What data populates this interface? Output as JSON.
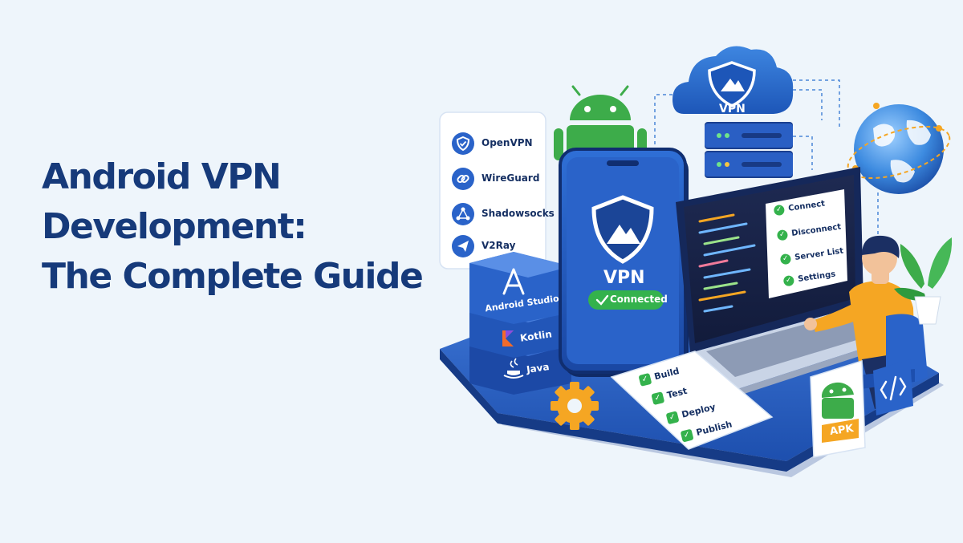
{
  "headline": {
    "line1": "Android VPN",
    "line2": "Development:",
    "line3": "The Complete Guide"
  },
  "protocols": [
    {
      "label": "OpenVPN",
      "icon": "shield-check-icon"
    },
    {
      "label": "WireGuard",
      "icon": "link-icon"
    },
    {
      "label": "Shadowsocks",
      "icon": "network-icon"
    },
    {
      "label": "V2Ray",
      "icon": "send-icon"
    }
  ],
  "tools": [
    {
      "label": "Android Studio",
      "icon": "android-studio-icon"
    },
    {
      "label": "Kotlin",
      "icon": "kotlin-icon"
    },
    {
      "label": "Java",
      "icon": "java-icon"
    }
  ],
  "phone": {
    "title": "VPN",
    "status": "Connected"
  },
  "cloud": {
    "label": "VPN"
  },
  "laptop_menu": [
    {
      "label": "Connect"
    },
    {
      "label": "Disconnect"
    },
    {
      "label": "Server List"
    },
    {
      "label": "Settings"
    }
  ],
  "checklist": [
    {
      "label": "Build"
    },
    {
      "label": "Test"
    },
    {
      "label": "Deploy"
    },
    {
      "label": "Publish"
    }
  ],
  "apk": {
    "label": "APK"
  },
  "colors": {
    "background": "#eef5fb",
    "headline": "#163a7a",
    "primary_blue": "#2a63c9",
    "dark_blue": "#1a3f8f",
    "green": "#34b24c",
    "orange": "#f5a623"
  }
}
